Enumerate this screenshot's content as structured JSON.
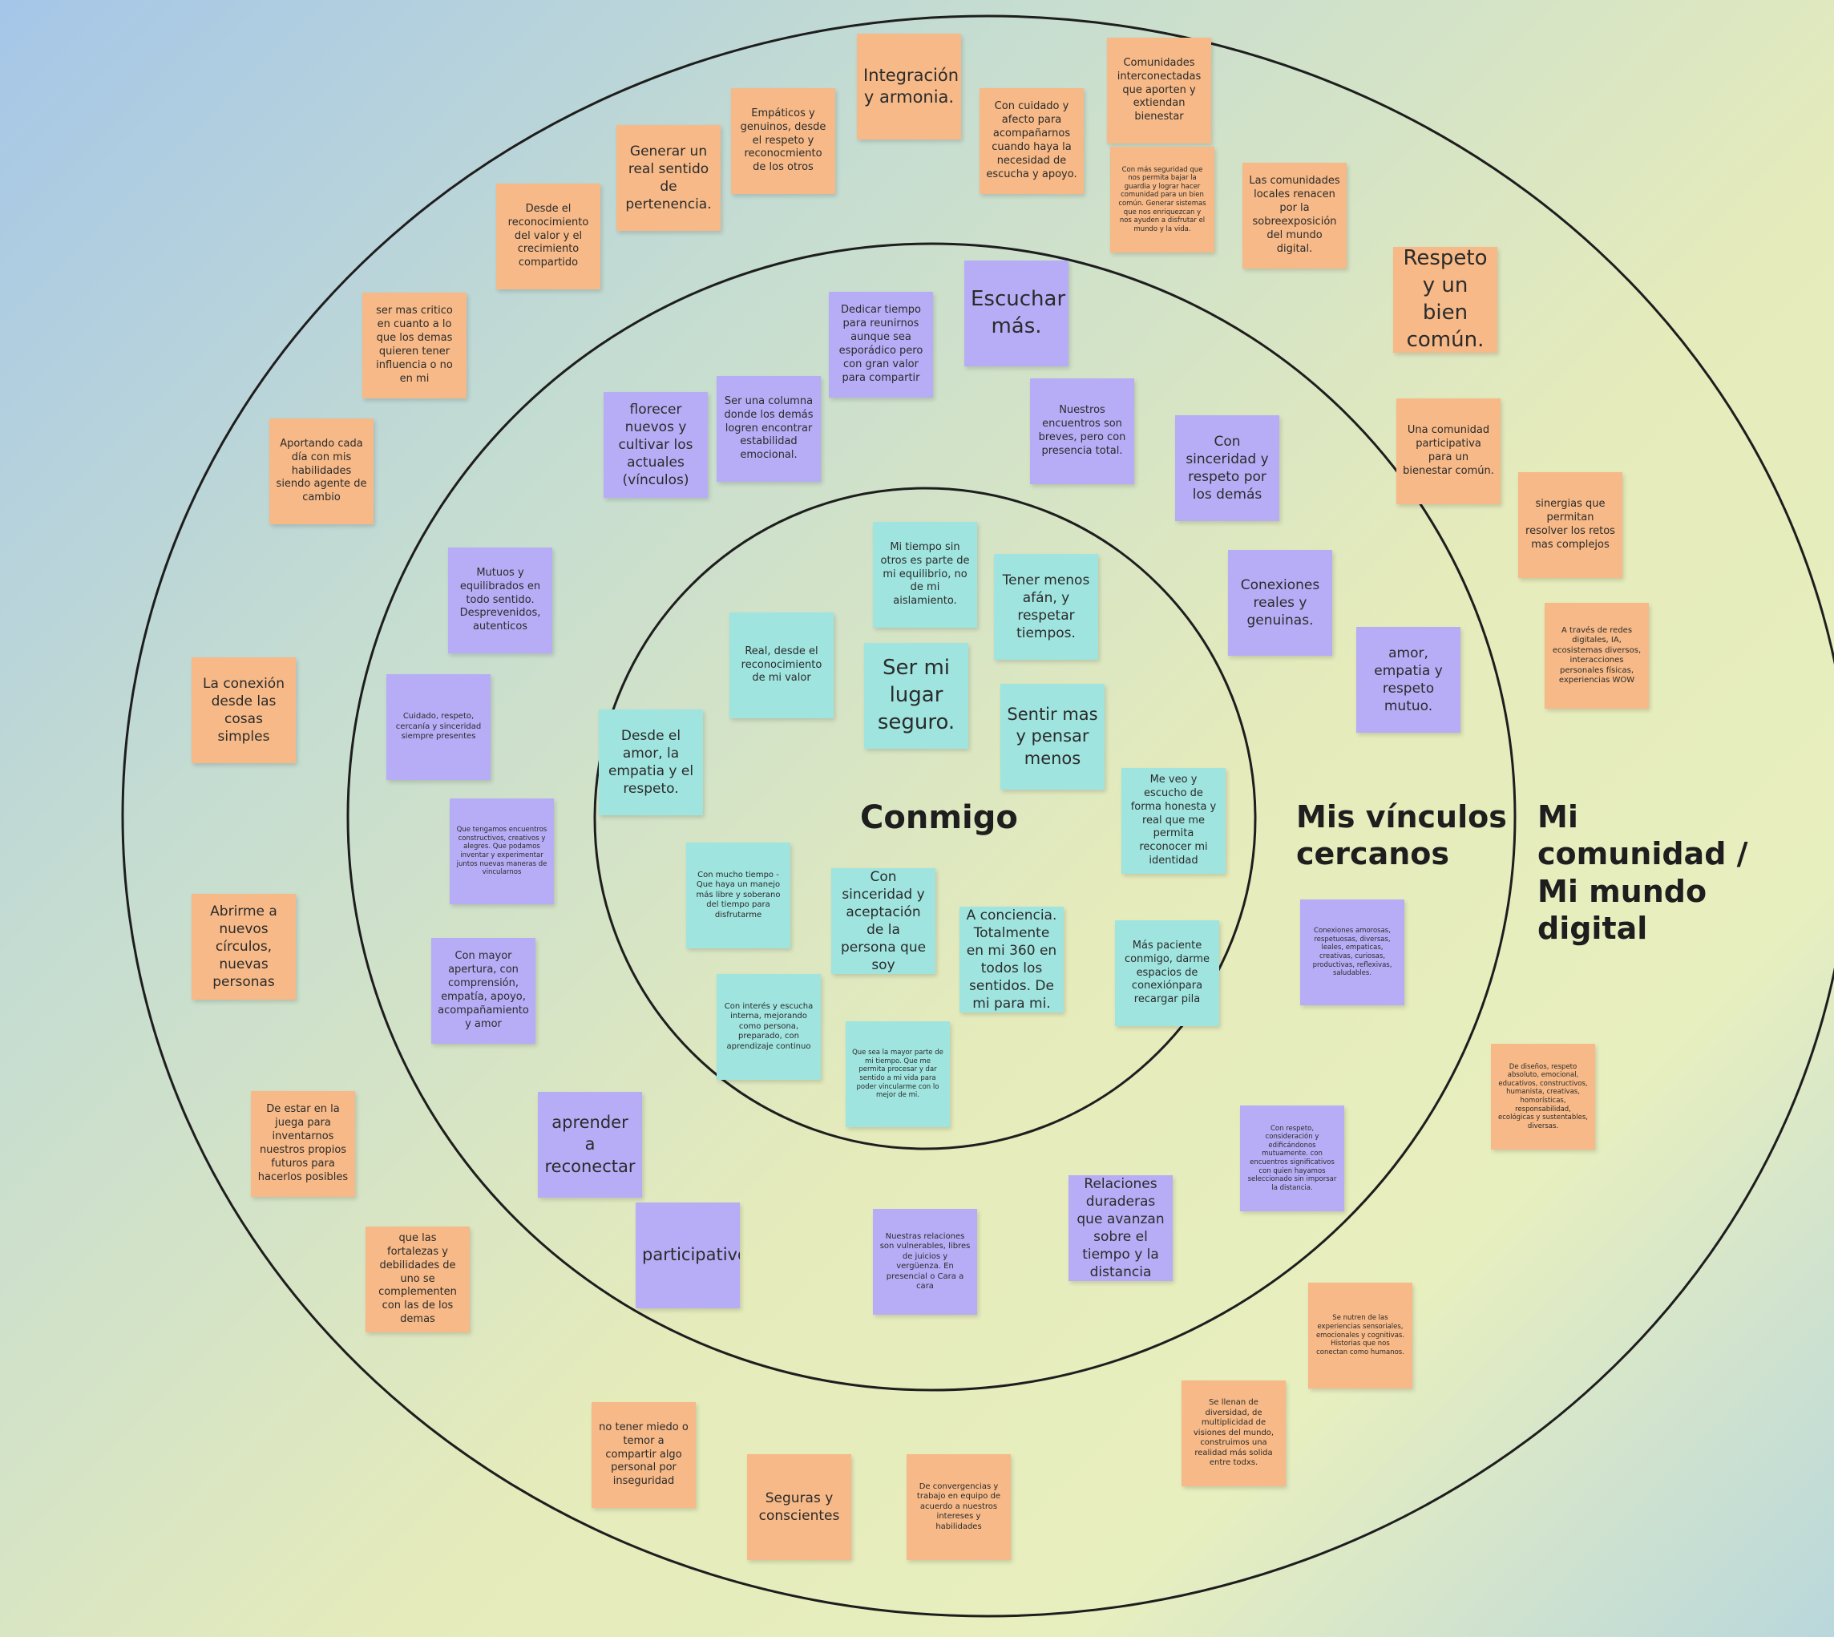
{
  "labels": {
    "inner": "Conmigo",
    "middle": "Mis vínculos\ncercanos",
    "outer": "Mi\ncomunidad /\nMi mundo\ndigital"
  },
  "notes": {
    "o1": "Integración y armonia.",
    "o2": "Comunidades interconectadas que aporten y extiendan bienestar",
    "o3": "Empáticos y genuinos, desde el respeto y reconocmiento de los otros",
    "o4": "Con cuidado y afecto para acompañarnos cuando haya la necesidad de escucha  y apoyo.",
    "o5": "Generar un real sentido de pertenencia.",
    "o6": "Con más seguridad que nos permita bajar la guardia y lograr hacer comunidad para un bien común. Generar sistemas que nos enriquezcan y nos ayuden a disfrutar el mundo y la vida.",
    "o7": "Las comunidades locales renacen por la sobreexposición del mundo digital.",
    "o8": "Desde el reconocimiento del valor y el crecimiento compartido",
    "o9": "Respeto y un bien común.",
    "o10": "ser mas critico en cuanto a lo que los demas quieren tener influencia o no en mi",
    "o11": "Una comunidad participativa para un bienestar común.",
    "o12": "Aportando cada día con mis habilidades siendo agente de cambio",
    "o13": "sinergias que permitan resolver los retos mas complejos",
    "o14": "A través de redes digitales, IA, ecosistemas diversos, interacciones personales físicas, experiencias WOW",
    "o15": "La conexión desde las cosas simples",
    "o16": "Abrirme a nuevos círculos, nuevas personas",
    "o17": "De diseños, respeto absoluto, emocional, educativos, constructivos, humanista, creativas, homorísticas, responsabilidad, ecológicas y sustentables, diversas.",
    "o18": "De estar en la juega para inventarnos nuestros propios futuros para hacerlos posibles",
    "o19": "que las fortalezas y debilidades de uno se complementen con las de los demas",
    "o20": "Se nutren de las experiencias sensoriales, emocionales y cognitivas. Historias que nos conectan como humanos.",
    "o21": "Se llenan de diversidad, de multiplicidad de visiones del mundo, construimos una realidad más solida entre todxs.",
    "o22": "no tener miedo o temor a compartir algo personal por inseguridad",
    "o23": "Seguras  y conscientes",
    "o24": "De convergencias y trabajo en equipo de acuerdo a nuestros intereses y habilidades",
    "p1": "Dedicar tiempo para reunirnos aunque sea esporádico pero con gran valor para compartir",
    "p2": "Escuchar más.",
    "p3": "florecer nuevos y cultivar los actuales (vínculos)",
    "p4": "Ser una columna donde los demás logren encontrar estabilidad emocional.",
    "p5": "Nuestros encuentros son breves, pero con presencia total.",
    "p6": "Con sinceridad y respeto por los demás",
    "p7": "Mutuos y equilibrados en todo sentido. Desprevenidos, autenticos",
    "p8": "Conexiones reales y genuinas.",
    "p9": "amor, empatia y respeto mutuo.",
    "p10": "Cuidado, respeto, cercanía y sinceridad siempre presentes",
    "p11": "Que tengamos encuentros constructivos, creativos y alegres. Que podamos inventar y experimentar juntos nuevas maneras de vincularnos",
    "p12": "Conexiones amorosas, respetuosas, diversas, leales, empaticas, creativas, curiosas, productivas, reflexivas, saludables.",
    "p13": "Con mayor apertura, con comprensión, empatía, apoyo, acompañamiento y amor",
    "p14": "Con respeto, consideración y edificándonos mutuamente. con encuentros significativos con quien hayamos seleccionado sin imporsar la distancia.",
    "p15": "aprender a reconectar",
    "p16": "Relaciones duraderas que avanzan sobre el tiempo y la distancia",
    "p17": "participativo",
    "p18": "Nuestras relaciones son vulnerables, libres de juicios y vergüenza. En presencial o Cara a cara",
    "t1": "Mi tiempo sin otros es parte de mi equilibrio, no de mi aislamiento.",
    "t2": "Tener menos afán, y respetar tiempos.",
    "t3": "Real, desde el reconocimiento de mi valor",
    "t4": "Ser mi lugar seguro.",
    "t5": "Sentir mas y pensar menos",
    "t6": "Desde el amor, la empatia y el respeto.",
    "t7": "Me veo y escucho de forma honesta y real que me permita reconocer mi identidad",
    "t8": "Con mucho tiempo - Que haya un manejo más libre y soberano del tiempo para disfrutarme",
    "t9": "Con sinceridad y aceptación de la persona que soy",
    "t10": "A conciencia. Totalmente en mi 360 en todos los sentidos. De mi para mi.",
    "t11": "Más paciente conmigo, darme espacios de conexiónpara recargar pila",
    "t12": "Con interés y escucha interna, mejorando como persona, preparado, con aprendizaje continuo",
    "t13": "Que sea la mayor parte de mi tiempo. Que me permita procesar y dar sentido a mi vida para poder vincularme con lo mejor de mi."
  },
  "colors": {
    "orange": "#f6b987",
    "purple": "#b7adf6",
    "teal": "#9fe4df",
    "ring": "#1e1e1e"
  }
}
